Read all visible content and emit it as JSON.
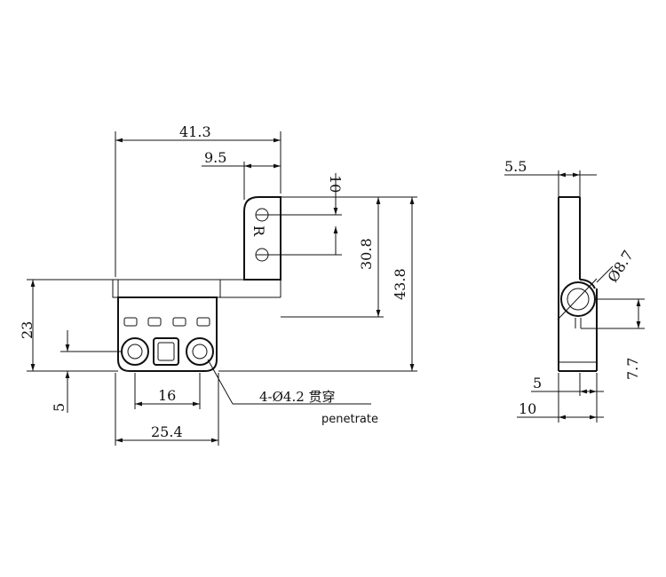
{
  "front_view": {
    "dimensions": {
      "overall_width": "41.3",
      "tab_offset": "9.5",
      "hole_spacing_tab": "10",
      "tab_height": "30.8",
      "overall_height": "43.8",
      "body_height": "23",
      "hole_offset": "5",
      "hole_spacing_base": "16",
      "base_width": "25.4"
    },
    "tab_marking": "R",
    "hole_callout": "4-Ø4.2 贯穿",
    "hole_callout_translation": "penetrate"
  },
  "side_view": {
    "dimensions": {
      "tab_thickness": "5.5",
      "pin_diameter": "Ø8.7",
      "pin_height": "7.7",
      "base_offset": "5",
      "base_thickness": "10"
    }
  }
}
